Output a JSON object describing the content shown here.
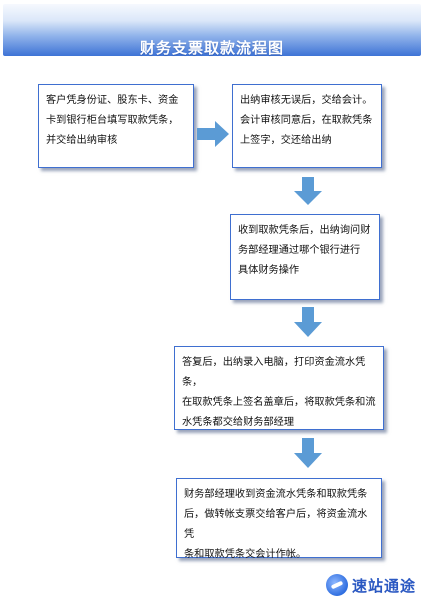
{
  "header": {
    "title": "财务支票取款流程图"
  },
  "steps": [
    {
      "lines": [
        "客户凭身份证、股东卡、资金",
        "卡到银行柜台填写取款凭条，",
        "并交给出纳审核"
      ]
    },
    {
      "lines": [
        "出纳审核无误后，交给会计。",
        "会计审核同意后，在取款凭条",
        "上签字，交还给出纳"
      ]
    },
    {
      "lines": [
        "收到取款凭条后，出纳询问财",
        "务部经理通过哪个银行进行",
        "具体财务操作"
      ]
    },
    {
      "lines": [
        "答复后，出纳录入电脑，打印资金流水凭条，",
        "在取款凭条上签名盖章后，将取款凭条和流",
        "水凭条都交给财务部经理"
      ]
    },
    {
      "lines": [
        "财务部经理收到资金流水凭条和取款凭条",
        "后，做转帐支票交给客户后，将资金流水凭",
        "条和取款凭条交会计作帐。"
      ]
    }
  ],
  "watermark": {
    "text": "速站通途"
  },
  "colors": {
    "arrow": "#5b9bd5",
    "box_border": "#3f6fd0",
    "banner": "#3e73d6"
  }
}
